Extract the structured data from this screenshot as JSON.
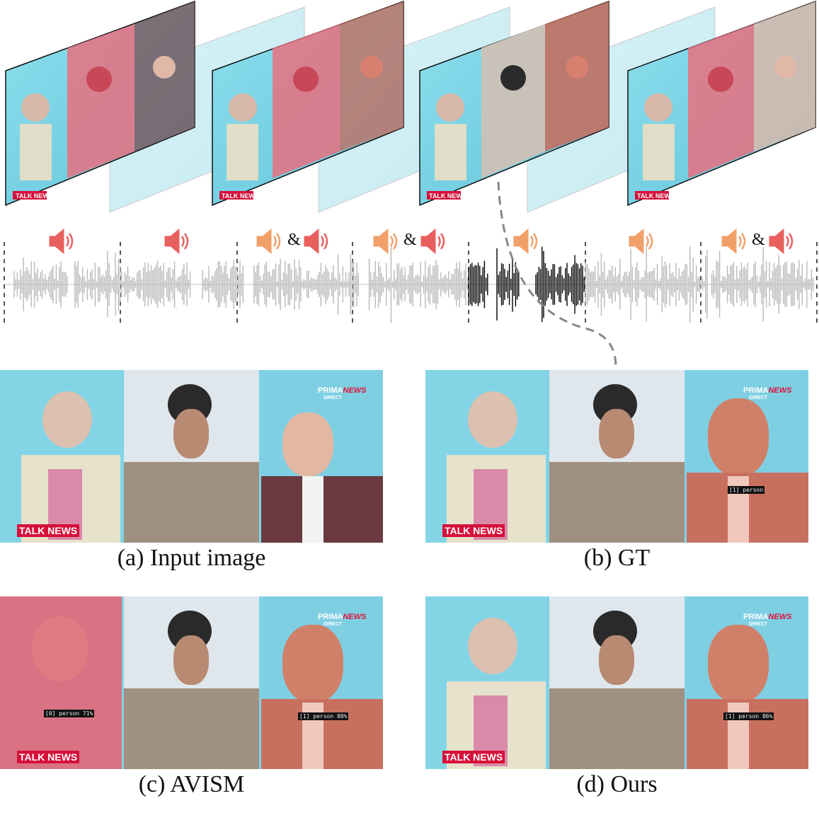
{
  "figure": {
    "captions": {
      "a": "(a) Input image",
      "b": "(b) GT",
      "c": "(c) AVISM",
      "d": "(d) Ours"
    },
    "overlay_text": {
      "talk_news": "TALK NEWS",
      "prima": "PRIMA",
      "news": "NEWS",
      "direct": "DIRECT",
      "ampersand": "&"
    },
    "tags": {
      "gt_man": "[1] person",
      "avism_left": "[0] person 71%",
      "avism_right": "[1] person 88%",
      "ours_right": "[1] person 86%"
    },
    "speaker_icons": [
      [
        "speaker-red"
      ],
      [
        "speaker-red"
      ],
      [
        "speaker-orange",
        "speaker-red"
      ],
      [
        "speaker-orange",
        "speaker-red"
      ],
      [
        "speaker-orange"
      ],
      [
        "speaker-orange"
      ],
      [
        "speaker-orange",
        "speaker-red"
      ]
    ],
    "colors": {
      "speaker_red": "#e8605e",
      "speaker_orange": "#f2a06a",
      "mask_red": "#e06070",
      "mask_orange": "#d06a50",
      "background_cyan": "#7fd3e6",
      "waveform_gray": "#b8b8b8",
      "waveform_active": "#000000"
    }
  }
}
